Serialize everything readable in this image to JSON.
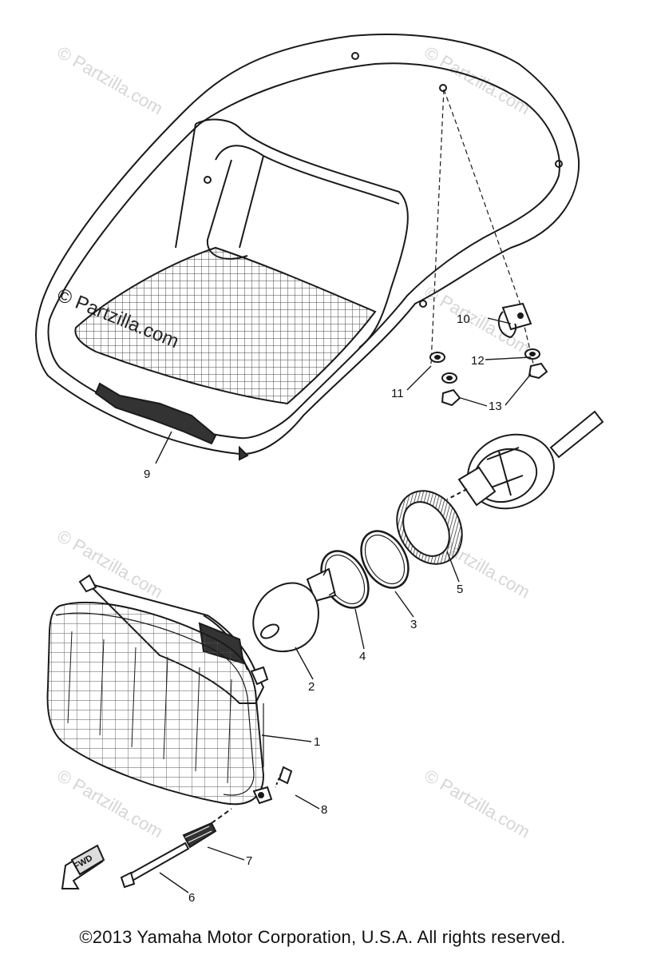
{
  "diagram": {
    "callouts": {
      "p1": "1",
      "p2": "2",
      "p3": "3",
      "p4": "4",
      "p5": "5",
      "p6": "6",
      "p7": "7",
      "p8": "8",
      "p9": "9",
      "p10": "10",
      "p11": "11",
      "p12": "12",
      "p13": "13"
    },
    "fwd_label": "FWD",
    "watermark": "© Partzilla.com"
  },
  "footer": {
    "copyright": "©2013  Yamaha Motor Corporation, U.S.A. All rights reserved."
  },
  "colors": {
    "ink": "#111111",
    "watermark": "#d6d6d6"
  }
}
